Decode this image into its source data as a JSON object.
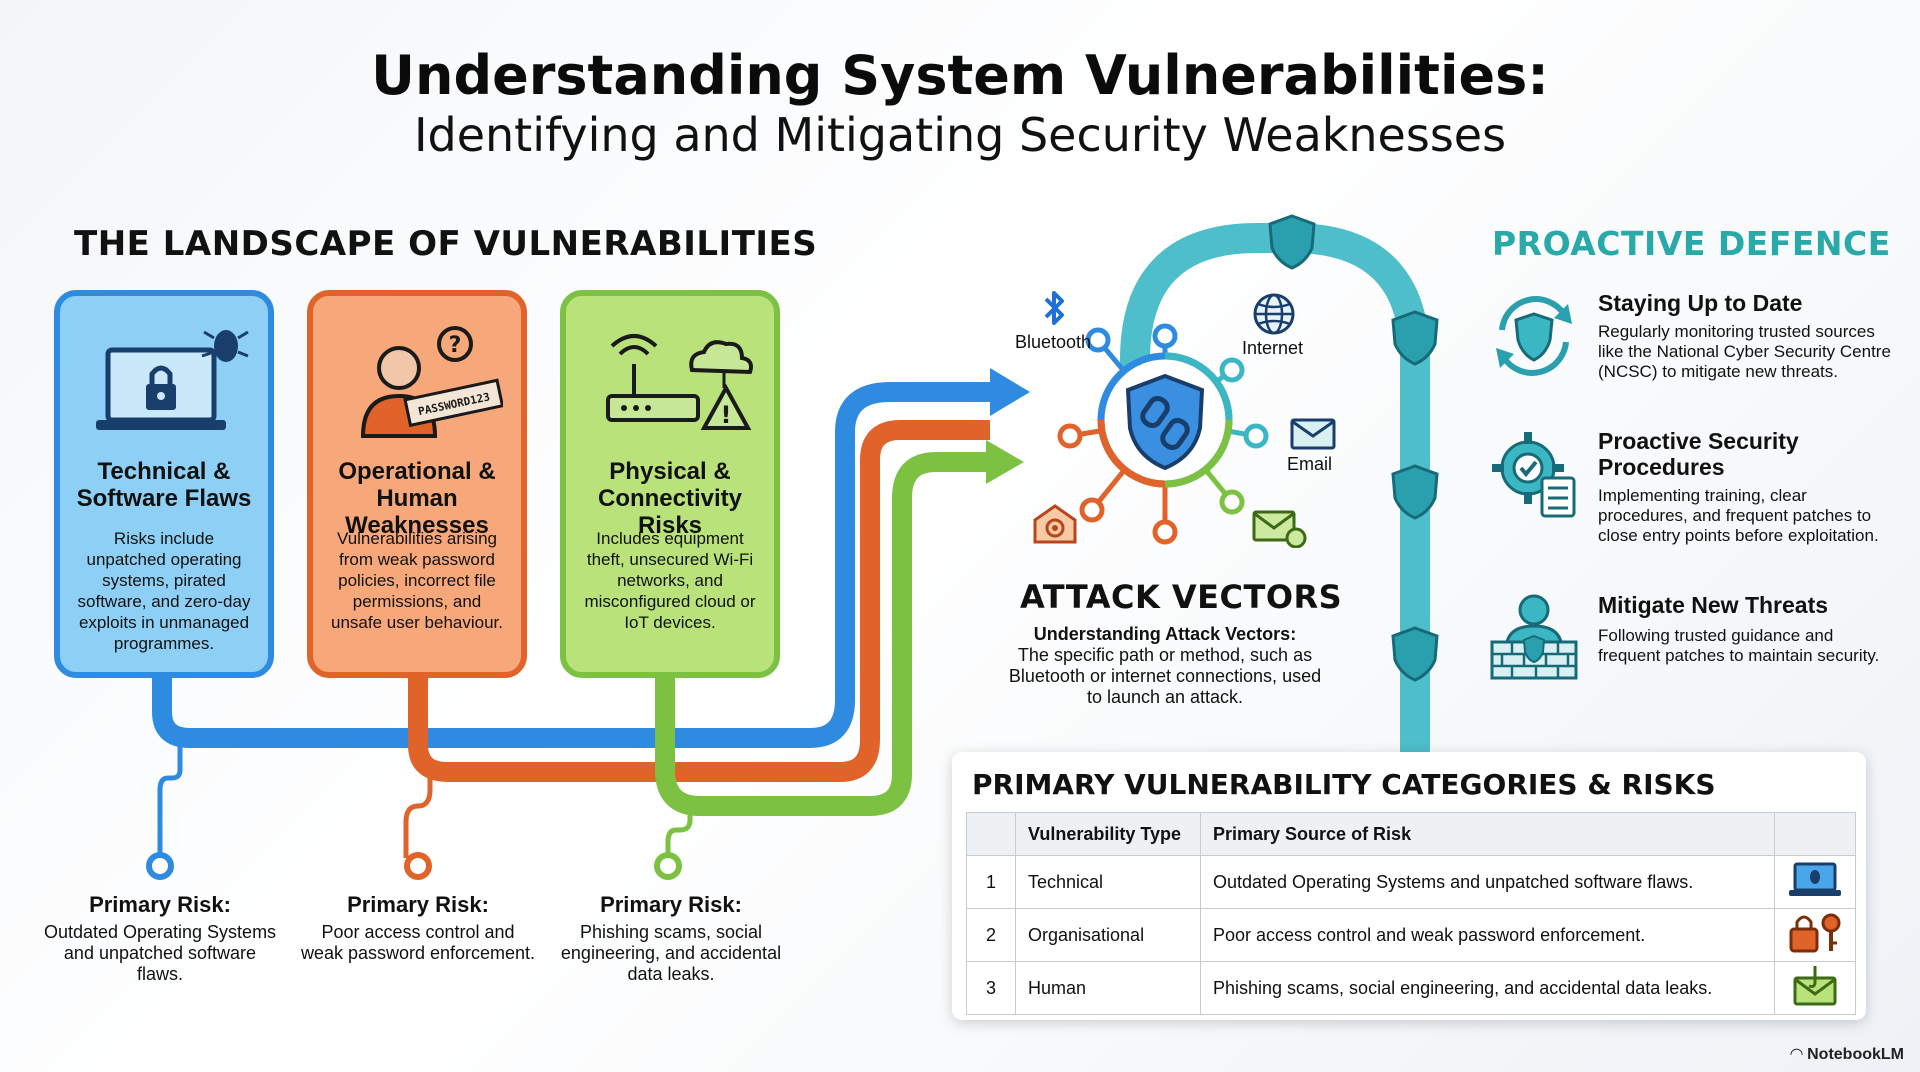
{
  "title": {
    "line1": "Understanding System Vulnerabilities:",
    "line2": "Identifying and Mitigating Security Weaknesses"
  },
  "landscape": {
    "heading": "THE LANDSCAPE OF VULNERABILITIES",
    "cards": [
      {
        "title": "Technical & Software Flaws",
        "desc": "Risks include unpatched operating systems, pirated software, and zero-day exploits in unmanaged programmes.",
        "icon": "laptop-bug-lock-icon",
        "color": "#2f8be0",
        "fill": "#8ed0f5"
      },
      {
        "title": "Operational & Human Weaknesses",
        "desc": "Vulnerabilities arising from weak password policies, incorrect file permissions, and unsafe user behaviour.",
        "icon": "person-password-icon",
        "color": "#e0632a",
        "fill": "#f7a87a",
        "icon_text": "PASSWORD123"
      },
      {
        "title": "Physical & Connectivity Risks",
        "desc": "Includes equipment theft, unsecured Wi-Fi networks, and misconfigured cloud or IoT devices.",
        "icon": "router-cloud-warning-icon",
        "color": "#7dc143",
        "fill": "#b9e27a"
      }
    ],
    "primary_risks": [
      {
        "heading": "Primary Risk:",
        "desc": "Outdated Operating Systems and unpatched software flaws."
      },
      {
        "heading": "Primary Risk:",
        "desc": "Poor access control and weak password enforcement."
      },
      {
        "heading": "Primary Risk:",
        "desc": "Phishing scams, social engineering, and accidental data leaks."
      }
    ]
  },
  "attack_vectors": {
    "labels": {
      "bluetooth": "Bluetooth",
      "internet": "Internet",
      "email": "Email"
    },
    "heading": "ATTACK VECTORS",
    "subheading": "Understanding Attack Vectors:",
    "desc": "The specific path or method, such as Bluetooth or internet connections, used to launch an attack."
  },
  "defence": {
    "heading": "PROACTIVE DEFENCE",
    "items": [
      {
        "title": "Staying Up to Date",
        "desc": "Regularly monitoring trusted sources like the National Cyber Security Centre (NCSC) to mitigate new threats.",
        "icon": "shield-refresh-icon"
      },
      {
        "title": "Proactive Security Procedures",
        "desc": "Implementing training, clear procedures, and frequent patches to close entry points before exploitation.",
        "icon": "gear-checklist-icon"
      },
      {
        "title": "Mitigate New Threats",
        "desc": "Following trusted guidance and frequent patches to maintain security.",
        "icon": "person-firewall-icon"
      }
    ]
  },
  "table": {
    "heading": "PRIMARY VULNERABILITY CATEGORIES & RISKS",
    "headers": [
      "",
      "Vulnerability Type",
      "Primary Source of Risk",
      ""
    ],
    "rows": [
      {
        "n": "1",
        "type": "Technical",
        "risk": "Outdated Operating Systems and unpatched software flaws.",
        "icon": "laptop-bug-icon"
      },
      {
        "n": "2",
        "type": "Organisational",
        "risk": "Poor access control and weak password enforcement.",
        "icon": "lock-key-icon"
      },
      {
        "n": "3",
        "type": "Human",
        "risk": "Phishing scams, social engineering, and accidental data leaks.",
        "icon": "email-hook-icon"
      }
    ]
  },
  "colors": {
    "blue": "#2f8be0",
    "orange": "#e0632a",
    "green": "#7dc143",
    "teal": "#3bb7c4",
    "heading_teal": "#2aa9a9"
  },
  "footer": "NotebookLM"
}
